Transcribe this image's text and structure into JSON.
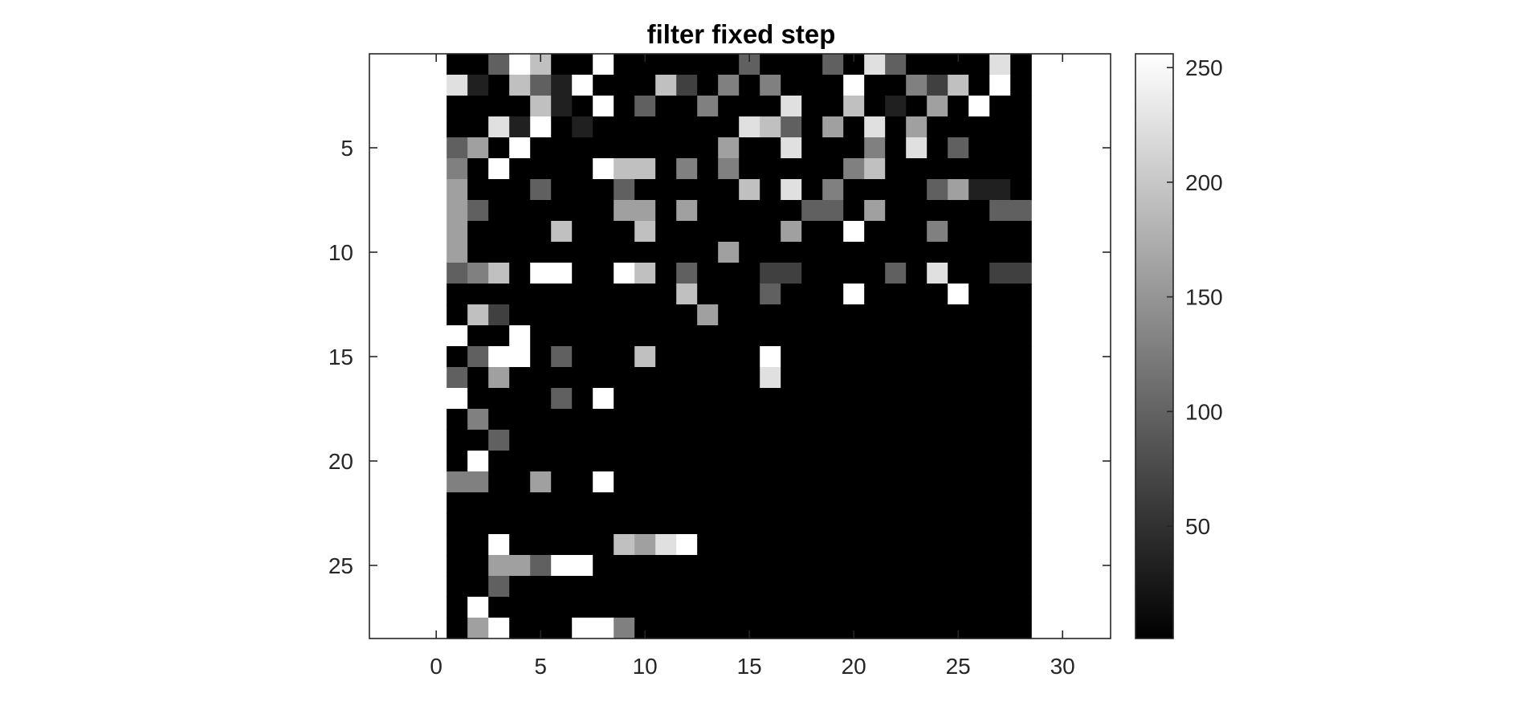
{
  "chart_data": {
    "type": "heatmap",
    "title": "filter fixed step",
    "xlabel": "",
    "ylabel": "",
    "colormap": "gray",
    "x_ticks": [
      0,
      5,
      10,
      15,
      20,
      25,
      30
    ],
    "y_ticks": [
      5,
      10,
      15,
      20,
      25
    ],
    "xlim": [
      -3.2,
      32.3
    ],
    "ylim": [
      0.5,
      28.5
    ],
    "y_reversed": true,
    "image_cols": [
      1,
      28
    ],
    "image_rows": [
      1,
      28
    ],
    "clim": [
      1,
      256
    ],
    "colorbar": {
      "ticks": [
        50,
        100,
        150,
        200,
        250
      ],
      "location": "right"
    },
    "cell_encoding": "one string per row (rows 1-28, top to bottom), one char per column (columns 1-28); char codes: 0=0, 1=32, 2=64, 3=96, 4=128, 5=160, 6=192, 7=224, 8=256 (approximate intensity)",
    "cells": [
      "0038600800000030003073000070",
      "7106318000620404000800426080",
      "0000610803004000700601050800",
      "0071801000000076305070500000",
      "3508000000000500700040703000",
      "4080000866040400000460000000",
      "5000300030000060704000035110",
      "5300000055050000033050000033",
      "5000060006000000500800040000",
      "5000000000000500000000000000",
      "3460880086030002200003070022",
      "0000000000060003000800008000",
      "0620000000005000000000000000",
      "8008000000000000000000000000",
      "0388030006000008000000000000",
      "3050000000000007000000000000",
      "8000030800000000000000000000",
      "0400000000000000000000000000",
      "0030000000000000000000000000",
      "0800000000000000000000000000",
      "4400500800000000000000000000",
      "0000000000000000000000000000",
      "0000000000000000000000000000",
      "0080000065780000000000000000",
      "0055388000000000000000000000",
      "0030000000000000000000000000",
      "0800000000000000000000000000",
      "0580008840000000000000000000"
    ]
  }
}
